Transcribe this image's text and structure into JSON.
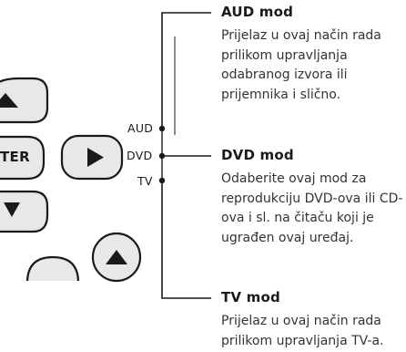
{
  "remote": {
    "enter_fragment": "TER",
    "switch_labels": {
      "aud": "AUD",
      "dvd": "DVD",
      "tv": "TV"
    }
  },
  "modes": [
    {
      "title": "AUD mod",
      "description": "Prijelaz u ovaj način rada prilikom upravljanja odabranog izvora ili prijemnika i slično."
    },
    {
      "title": "DVD mod",
      "description": "Odaberite ovaj mod za reprodukciju DVD-ova ili CD-ova i sl. na čitaču koji je ugrađen ovaj uređaj."
    },
    {
      "title": "TV mod",
      "description": "Prijelaz u ovaj način rada prilikom upravljanja TV-a."
    }
  ]
}
